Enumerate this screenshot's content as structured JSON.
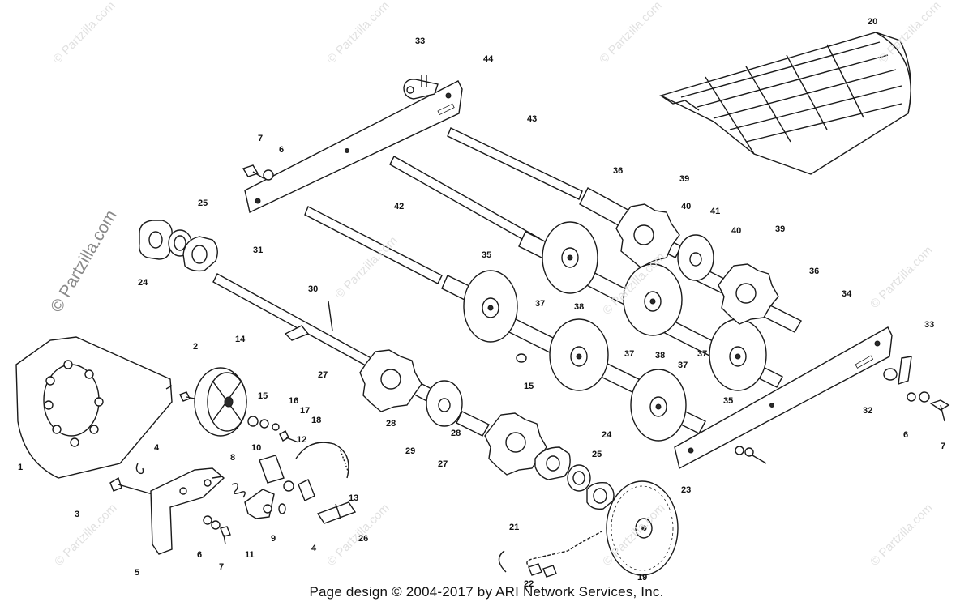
{
  "watermark": {
    "text": "© Partzilla.com"
  },
  "footer": {
    "credit": "Page design © 2004-2017 by ARI Network Services, Inc."
  },
  "callouts": [
    "1",
    "2",
    "3",
    "4",
    "4",
    "5",
    "6",
    "6",
    "6",
    "7",
    "7",
    "7",
    "8",
    "9",
    "10",
    "11",
    "12",
    "13",
    "14",
    "15",
    "15",
    "16",
    "17",
    "18",
    "19",
    "20",
    "21",
    "22",
    "23",
    "24",
    "24",
    "25",
    "25",
    "26",
    "27",
    "27",
    "28",
    "28",
    "29",
    "30",
    "31",
    "32",
    "33",
    "33",
    "34",
    "35",
    "35",
    "36",
    "36",
    "37",
    "37",
    "37",
    "37",
    "38",
    "38",
    "39",
    "39",
    "40",
    "40",
    "41",
    "42",
    "43",
    "44"
  ]
}
